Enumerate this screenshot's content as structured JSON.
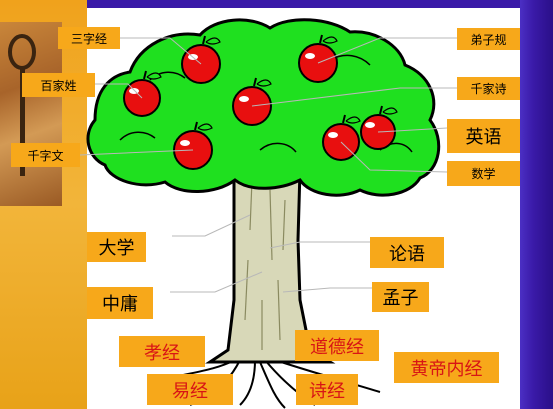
{
  "labels": {
    "sanzijing": "三字经",
    "baijiaxing": "百家姓",
    "qianziwen": "千字文",
    "dizigui": "弟子规",
    "qianjiashi": "千家诗",
    "yingyu": "英语",
    "shuxue": "数学",
    "daxue": "大学",
    "zhongyong": "中庸",
    "lunyu": "论语",
    "mengzi": "孟子",
    "xiaojing": "孝经",
    "daodejing": "道德经",
    "huangdineijing": "黄帝内经",
    "yijing": "易经",
    "shijing": "诗经"
  },
  "colors": {
    "background": "#3a1aa8",
    "label_fill": "#f7a81a",
    "foliage": "#1fe01f",
    "apple": "#e80f0f",
    "trunk": "#d8d8b8",
    "red_text": "#d81515"
  }
}
